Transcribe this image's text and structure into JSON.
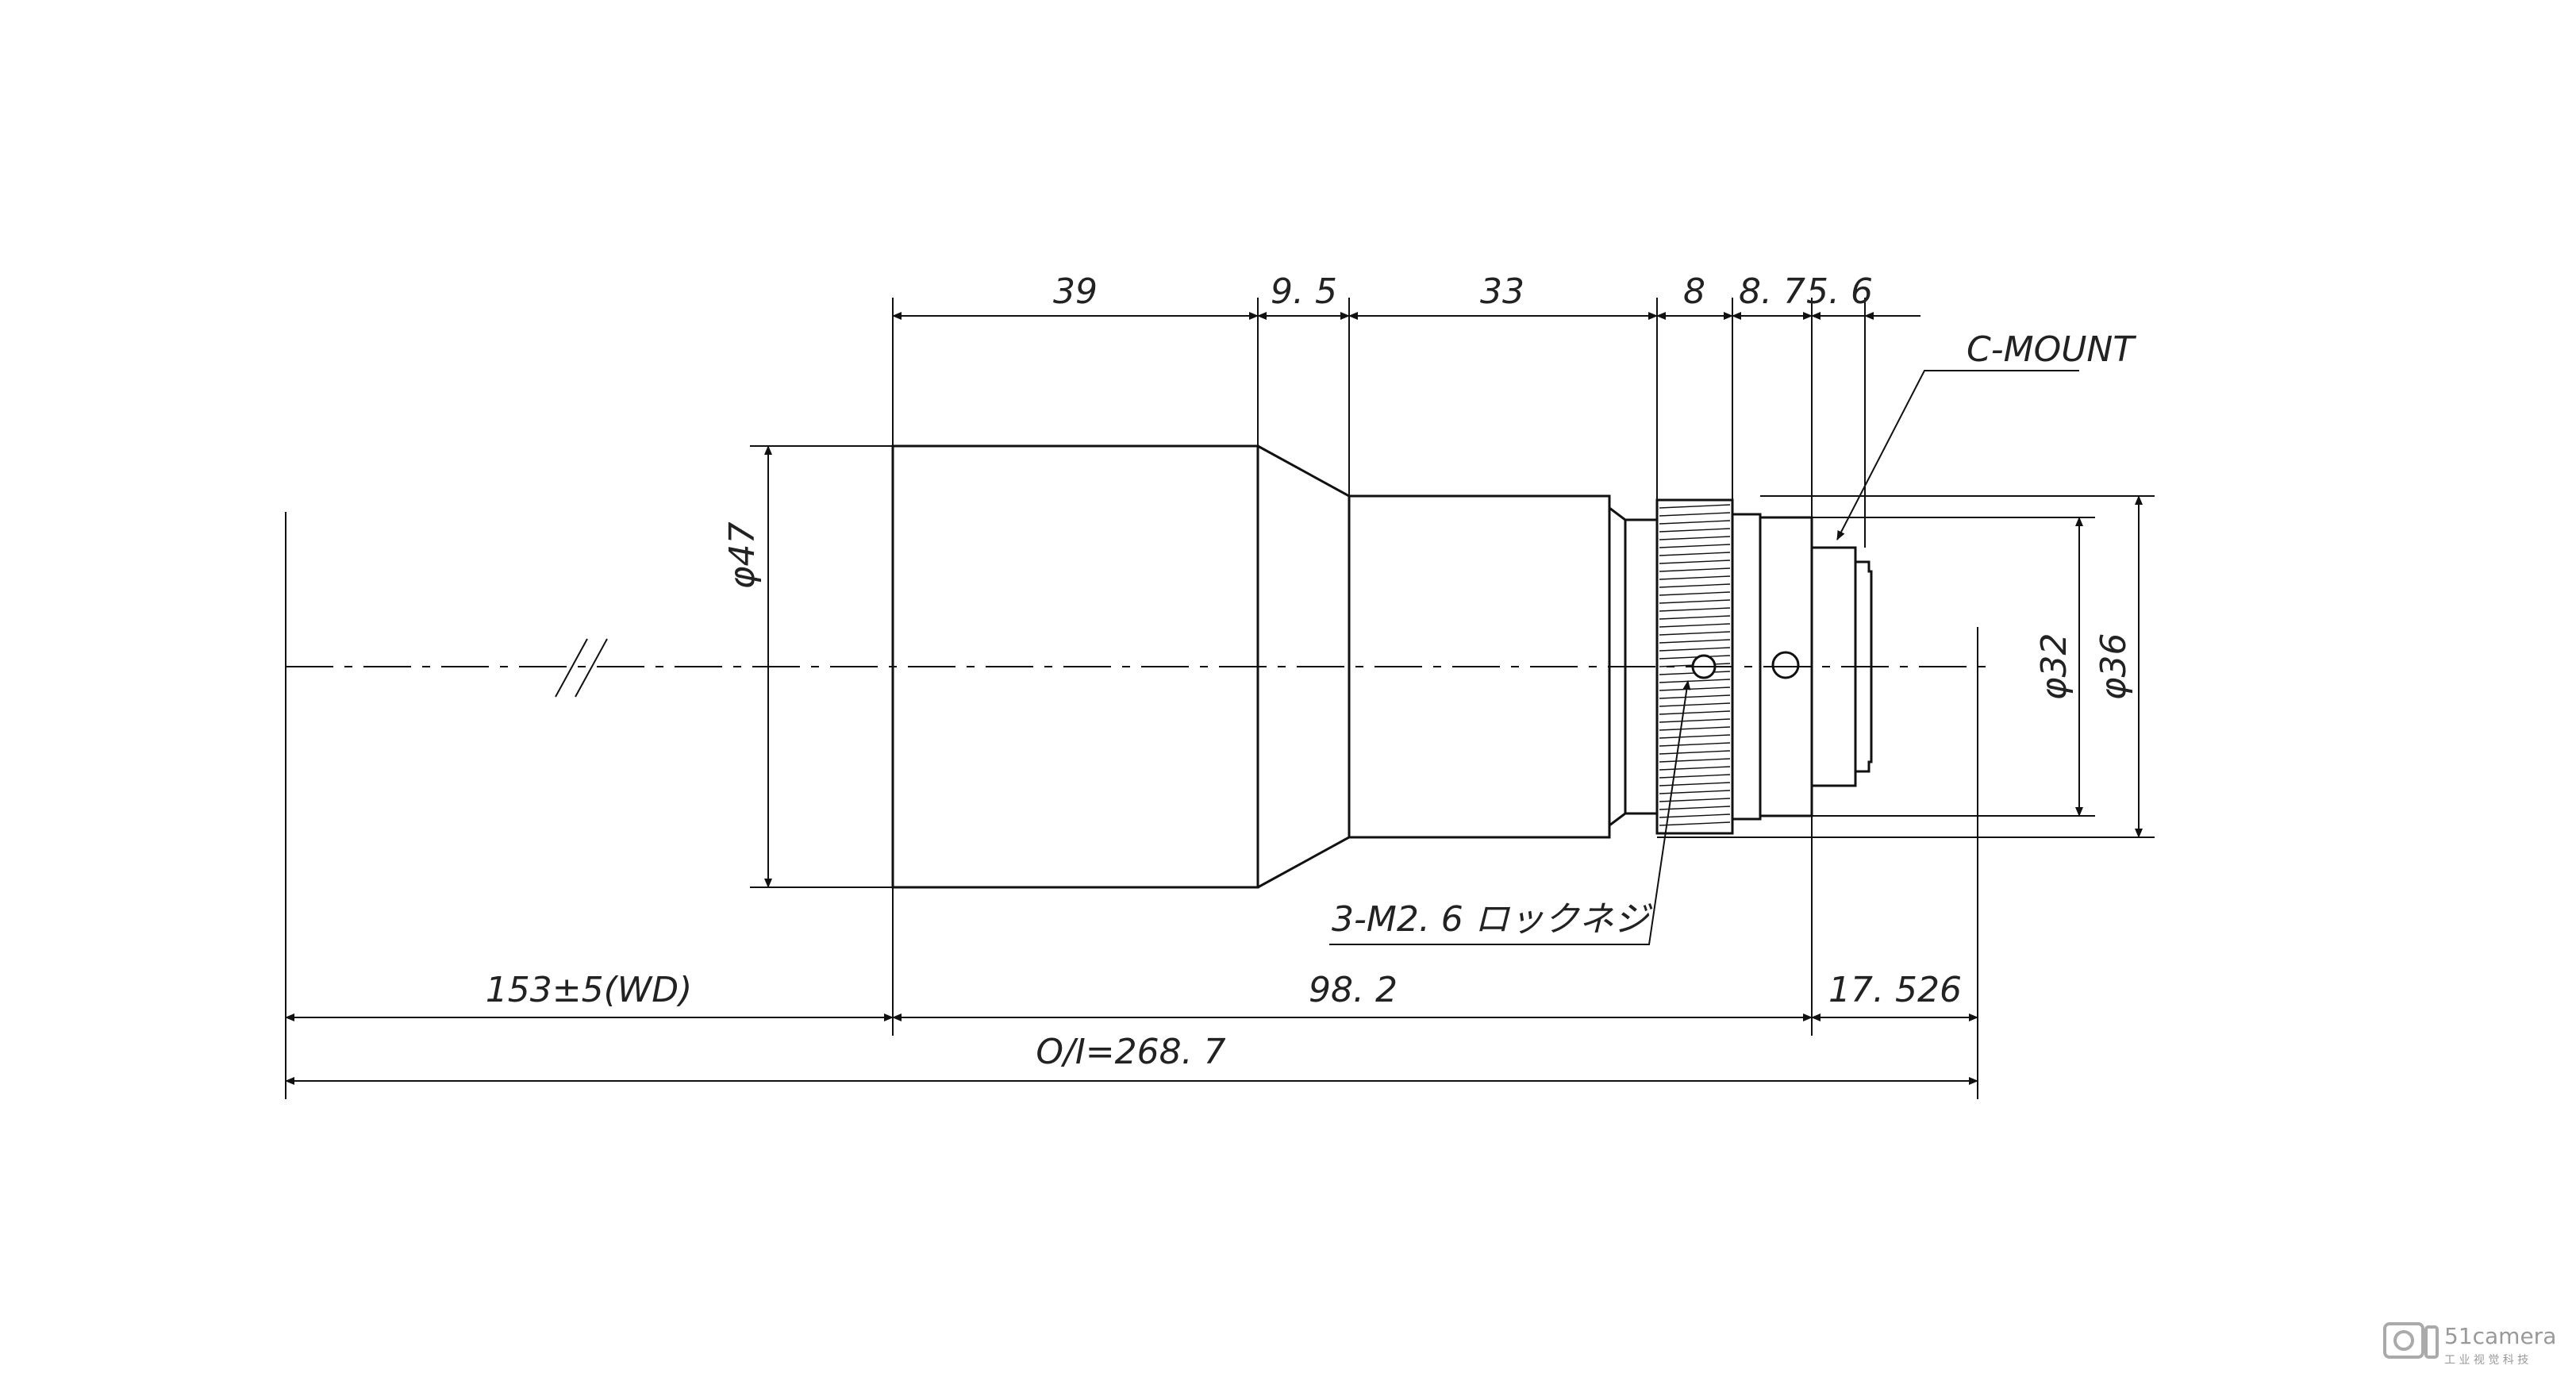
{
  "dimensions": {
    "len_39": "39",
    "len_9_5": "9. 5",
    "len_33": "33",
    "len_8": "8",
    "len_8_7": "8. 7",
    "len_5_6": "5. 6",
    "dia_47": "φ47",
    "dia_32": "φ32",
    "dia_36": "φ36",
    "wd": "153±5(WD)",
    "body_length": "98. 2",
    "back_focus": "17. 526",
    "total": "O/I=268. 7"
  },
  "callouts": {
    "mount": "C-MOUNT",
    "lock_screw": "3-M2. 6 ロックネジ"
  },
  "watermark": {
    "brand": "51camera",
    "sub": "工 业 视 觉 科 技"
  },
  "icons": [
    "camera-logo-icon"
  ]
}
